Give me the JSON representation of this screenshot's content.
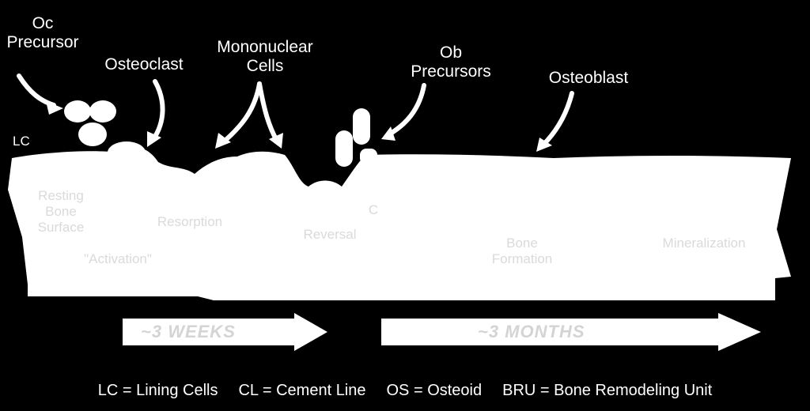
{
  "labels": {
    "oc_precursor": "Oc\nPrecursor",
    "osteoclast": "Osteoclast",
    "mononuclear": "Mononuclear\nCells",
    "ob_precursors": "Ob\nPrecursors",
    "osteoblast": "Osteoblast",
    "lc": "LC"
  },
  "phases": {
    "resting": "Resting\nBone\nSurface",
    "activation": "\"Activation\"",
    "resorption": "Resorption",
    "reversal": "Reversal",
    "c_mark": "C",
    "formation": "Bone\nFormation",
    "mineralization": "Mineralization"
  },
  "durations": {
    "weeks": "~3 WEEKS",
    "months": "~3 MONTHS"
  },
  "legend": {
    "lc": "LC = Lining Cells",
    "cl": "CL = Cement Line",
    "os": "OS = Osteoid",
    "bru": "BRU = Bone Remodeling Unit"
  },
  "colors": {
    "background": "#000000",
    "bone": "#ffffff",
    "phase_text": "#dadada"
  }
}
